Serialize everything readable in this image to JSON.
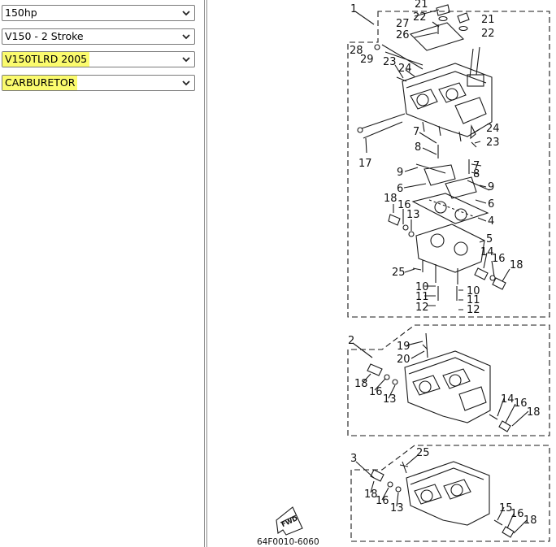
{
  "filters": {
    "horsepower": {
      "selected": "150hp",
      "highlighted": false
    },
    "model_family": {
      "selected": "V150 - 2 Stroke",
      "highlighted": false
    },
    "model": {
      "selected": "V150TLRD 2005",
      "highlighted": true
    },
    "assembly": {
      "selected": "CARBURETOR",
      "highlighted": true
    }
  },
  "diagram": {
    "code": "64F0010-6060",
    "fwd_label": "FWD",
    "section_labels": {
      "s1": "1",
      "s2": "2",
      "s3": "3"
    },
    "callouts": {
      "c21a": "21",
      "c22a": "22",
      "c21b": "21",
      "c22b": "22",
      "c27": "27",
      "c26": "26",
      "c28": "28",
      "c29": "29",
      "c23a": "23",
      "c24a": "24",
      "c24b": "24",
      "c23b": "23",
      "c17": "17",
      "c7a": "7",
      "c8a": "8",
      "c9a": "9",
      "c6a": "6",
      "c7b": "7",
      "c8b": "8",
      "c9b": "9",
      "c6b": "6",
      "c18a": "18",
      "c16a": "16",
      "c13a": "13",
      "c4": "4",
      "c5": "5",
      "c14a": "14",
      "c16b": "16",
      "c18b": "18",
      "c25a": "25",
      "c10a": "10",
      "c11a": "11",
      "c12a": "12",
      "c10b": "10",
      "c11b": "11",
      "c12b": "12",
      "c19": "19",
      "c20": "20",
      "c18c": "18",
      "c16c": "16",
      "c13b": "13",
      "c14b": "14",
      "c16d": "16",
      "c18d": "18",
      "c25b": "25",
      "c18e": "18",
      "c16e": "16",
      "c13c": "13",
      "c15": "15",
      "c16f": "16",
      "c18f": "18"
    }
  },
  "colors": {
    "highlight": "#fbfb6e",
    "border": "#7a7a7a",
    "line": "#1a1a1a"
  },
  "icons": {
    "dropdown": "chevron-down-icon"
  }
}
